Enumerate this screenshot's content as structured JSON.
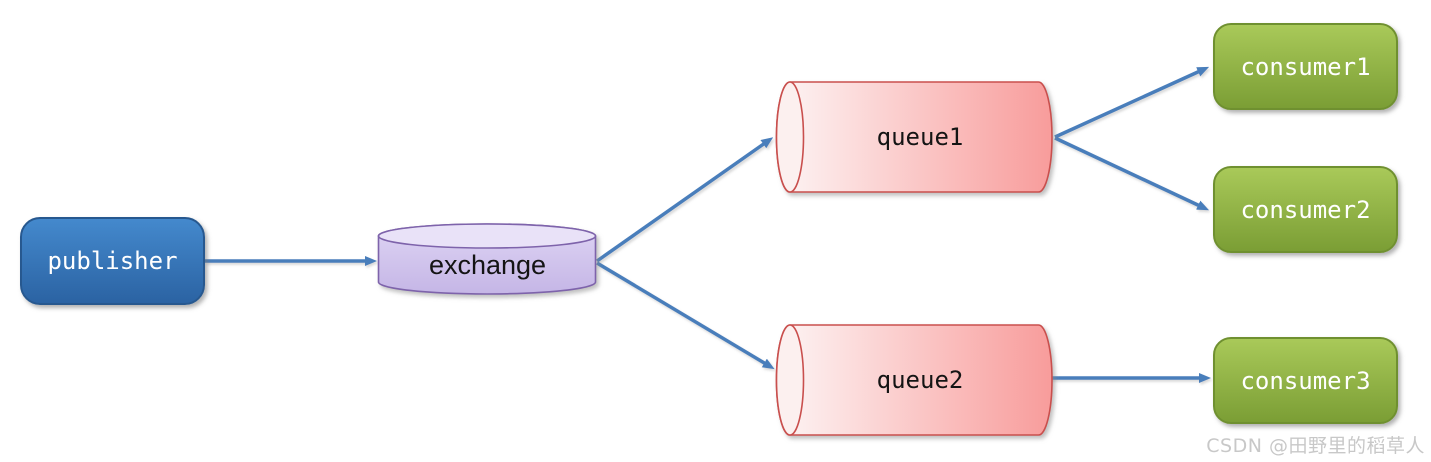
{
  "diagram": {
    "nodes": {
      "publisher": {
        "label": "publisher",
        "shape": "rounded-rectangle",
        "fill_top": "#4489cd",
        "fill_bottom": "#2b63a3",
        "stroke": "#27588f",
        "text_color": "#ffffff"
      },
      "exchange": {
        "label": "exchange",
        "shape": "vertical-cylinder",
        "fill_top": "#ded4f4",
        "fill_bottom": "#c5b6e6",
        "cap_fill": "#e9e2f8",
        "stroke": "#7e64ab",
        "text_color": "#141414"
      },
      "queue1": {
        "label": "queue1",
        "shape": "horizontal-cylinder",
        "fill_left": "#fdf5f5",
        "fill_right": "#f89c9b",
        "cap_fill": "#fcf0ef",
        "stroke": "#c9504e",
        "text_color": "#141414"
      },
      "queue2": {
        "label": "queue2",
        "shape": "horizontal-cylinder",
        "fill_left": "#fdf5f5",
        "fill_right": "#f89c9b",
        "cap_fill": "#fcf0ef",
        "stroke": "#c9504e",
        "text_color": "#141414"
      },
      "consumer1": {
        "label": "consumer1",
        "shape": "rounded-rectangle",
        "fill_top": "#a9c959",
        "fill_bottom": "#7b9e35",
        "stroke": "#6f9030",
        "text_color": "#ffffff"
      },
      "consumer2": {
        "label": "consumer2",
        "shape": "rounded-rectangle",
        "fill_top": "#a9c959",
        "fill_bottom": "#7b9e35",
        "stroke": "#6f9030",
        "text_color": "#ffffff"
      },
      "consumer3": {
        "label": "consumer3",
        "shape": "rounded-rectangle",
        "fill_top": "#a9c959",
        "fill_bottom": "#7b9e35",
        "stroke": "#6f9030",
        "text_color": "#ffffff"
      }
    },
    "edges": [
      {
        "from": "publisher",
        "to": "exchange"
      },
      {
        "from": "exchange",
        "to": "queue1"
      },
      {
        "from": "exchange",
        "to": "queue2"
      },
      {
        "from": "queue1",
        "to": "consumer1"
      },
      {
        "from": "queue1",
        "to": "consumer2"
      },
      {
        "from": "queue2",
        "to": "consumer3"
      }
    ],
    "edge_color": "#4a7ebb",
    "watermark": {
      "text": "CSDN @田野里的稻草人",
      "color": "#c8c8c8"
    }
  }
}
